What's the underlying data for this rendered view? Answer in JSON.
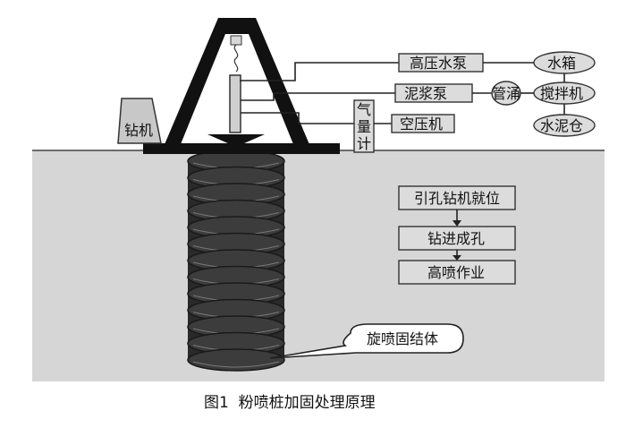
{
  "equipment": {
    "drill_rig": "钻机",
    "water_pump": "高压水泵",
    "mud_pump": "泥浆泵",
    "air_compressor": "空压机",
    "gas_meter": [
      "气",
      "量",
      "计"
    ],
    "pipe_connector": "管涌",
    "water_tank": "水箱",
    "mixer": "搅拌机",
    "cement_silo": "水泥仓"
  },
  "process_steps": [
    "引孔钻机就位",
    "钻进成孔",
    "高喷作业"
  ],
  "callout": "旋喷固结体",
  "caption": "图1  粉喷桩加固处理原理",
  "colors": {
    "ground": "#d6d6d6",
    "sky": "#ffffff",
    "column": "#3c3c3c",
    "box_fill": "#dcdcdc",
    "frame": "#111111"
  },
  "column_layers": 13
}
